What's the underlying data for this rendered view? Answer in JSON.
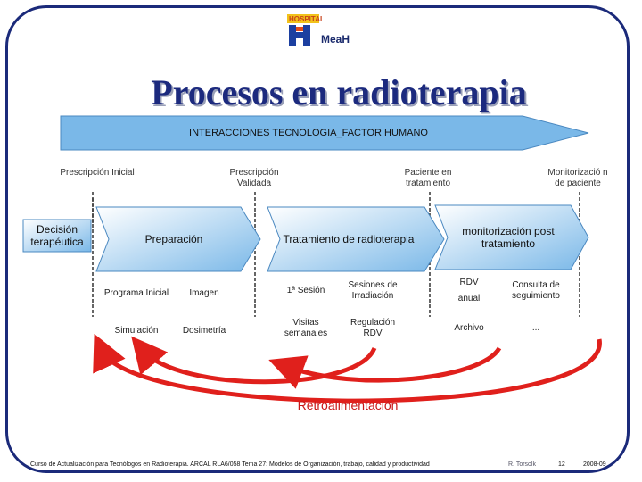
{
  "logo": {
    "hospital_text": "HOSPITAL",
    "brand_text": "MeaH",
    "letter": "H"
  },
  "title": "Procesos en radioterapia",
  "banner": "INTERACCIONES TECNOLOGIA_FACTOR HUMANO",
  "milestones": [
    "Prescripción Inicial",
    "Prescripción Validada",
    "Paciente en tratamiento",
    "Monitorizació n de paciente"
  ],
  "decision": "Decisión terapéutica",
  "stages": [
    {
      "label": "Preparación",
      "items": [
        "Programa Inicial",
        "Imagen",
        "Simulación",
        "Dosimetría"
      ]
    },
    {
      "label": "Tratamiento de radioterapia",
      "items": [
        "1ª Sesión",
        "Sesiones de Irradiación",
        "Visitas semanales",
        "Regulación RDV"
      ]
    },
    {
      "label": "monitorización post tratamiento",
      "items": [
        "RDV",
        "anual",
        "Consulta de seguimiento",
        "Archivo",
        "..."
      ]
    }
  ],
  "feedback": "Retroalimentación",
  "footer": {
    "course": "Curso de Actualización para Tecnólogos en Radioterapia. ARCAL RLA6/058 Tema 27: Modelos de Organización, trabajo, calidad y productividad",
    "author": "R. Torsolk",
    "page": "12",
    "date": "2008-09"
  },
  "colors": {
    "accent": "#7ab8e8",
    "navy": "#1c2a7e",
    "feedback": "#e0201c"
  }
}
